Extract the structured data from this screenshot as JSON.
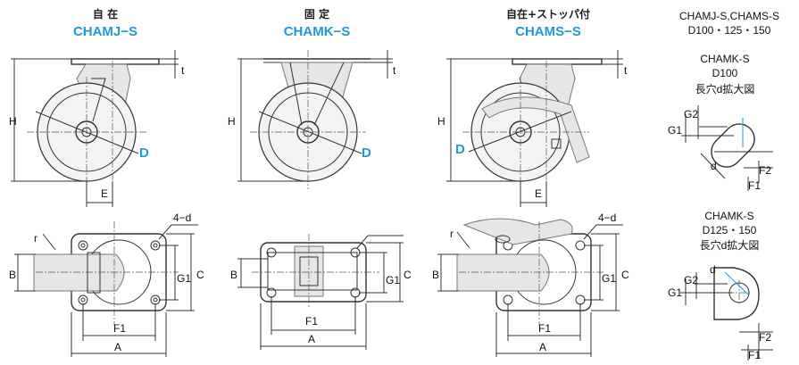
{
  "variants": [
    {
      "label_jp": "自 在",
      "code": "CHAMJ−S"
    },
    {
      "label_jp": "固 定",
      "code": "CHAMK−S"
    },
    {
      "label_jp": "自在+ストッパ付",
      "code": "CHAMS−S"
    }
  ],
  "dimension_labels": {
    "H": "H",
    "D": "D",
    "E": "E",
    "t": "t",
    "r": "r",
    "B": "B",
    "C": "C",
    "G1": "G1",
    "G2": "G2",
    "F1": "F1",
    "F2": "F2",
    "A": "A",
    "d": "d",
    "hole": "4−d"
  },
  "notes": {
    "note1_line1": "CHAMJ-S,CHAMS-S",
    "note1_line2": "D100・125・150",
    "note2_line1": "CHAMK-S",
    "note2_line2": "D100",
    "note2_line3": "長穴d拡大図",
    "note3_line1": "CHAMK-S",
    "note3_line2": "D125・150",
    "note3_line3": "長穴d拡大図"
  }
}
